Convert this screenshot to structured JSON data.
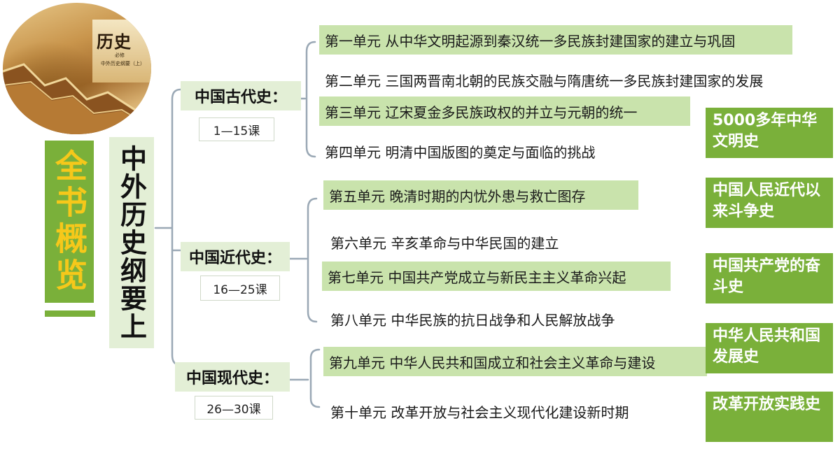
{
  "cover": {
    "title": "历史",
    "sub1": "必修",
    "sub2": "中外历史纲要（上）"
  },
  "overview_title": "全书概览",
  "book_title": "中外历史纲要上",
  "periods": [
    {
      "name": "中国古代史：",
      "range": "1—15课"
    },
    {
      "name": "中国近代史：",
      "range": "16—25课"
    },
    {
      "name": "中国现代史：",
      "range": "26—30课"
    }
  ],
  "units": [
    "第一单元 从中华文明起源到秦汉统一多民族封建国家的建立与巩固",
    "第二单元 三国两晋南北朝的民族交融与隋唐统一多民族封建国家的发展",
    "第三单元 辽宋夏金多民族政权的并立与元朝的统一",
    "第四单元 明清中国版图的奠定与面临的挑战",
    "第五单元 晚清时期的内忧外患与救亡图存",
    "第六单元 辛亥革命与中华民国的建立",
    "第七单元 中国共产党成立与新民主主义革命兴起",
    "第八单元 中华民族的抗日战争和人民解放战争",
    "第九单元 中华人民共和国成立和社会主义革命与建设",
    "第十单元 改革开放与社会主义现代化建设新时期"
  ],
  "themes": [
    "5000多年中华文明史",
    "中国人民近代以来斗争史",
    "中国共产党的奋斗史",
    "中华人民共和国发展史",
    "改革开放实践史"
  ],
  "colors": {
    "accent_green": "#7ab03a",
    "light_green": "#e3efd6",
    "highlight_green": "#c9e3ac",
    "title_yellow": "#f6c81a",
    "bracket_gray": "#9aa8b5"
  }
}
